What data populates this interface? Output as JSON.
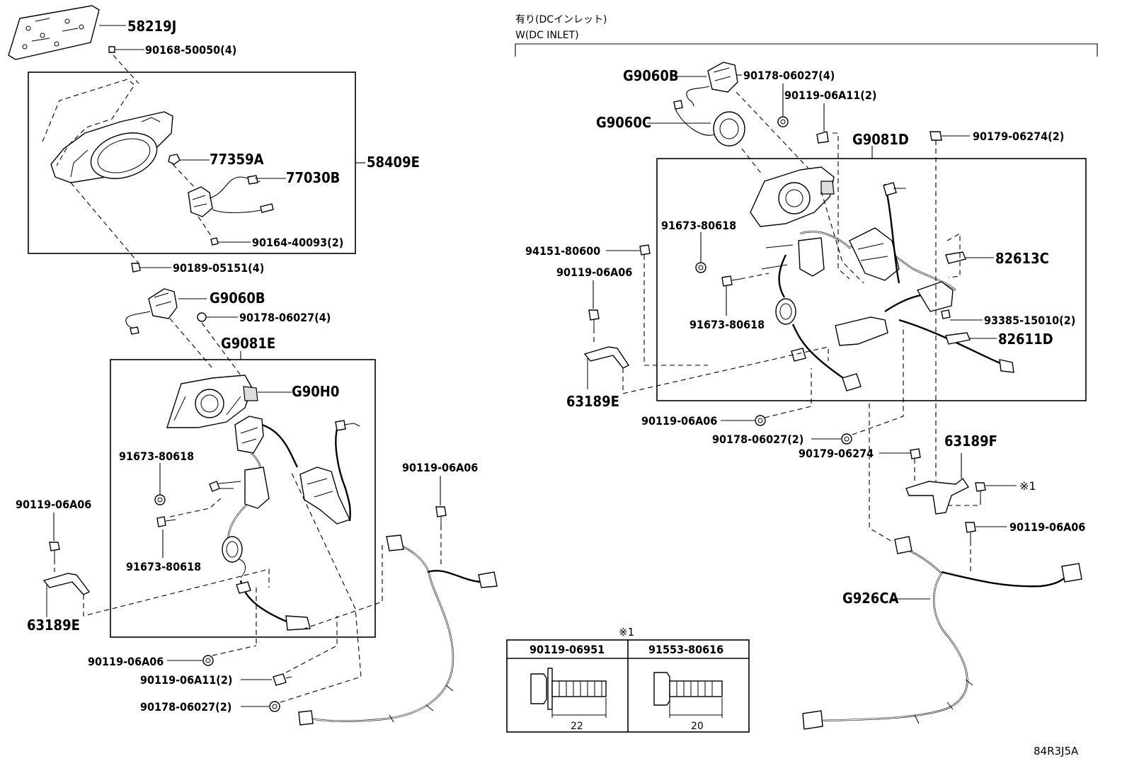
{
  "header": {
    "jp": "有り(DCインレット)",
    "en": "W(DC INLET)"
  },
  "labels": {
    "l_58219J": "58219J",
    "l_90168": "90168-50050(4)",
    "l_58409E": "58409E",
    "l_77359A": "77359A",
    "l_77030B": "77030B",
    "l_90164": "90164-40093(2)",
    "l_90189": "90189-05151(4)",
    "l_G9060B_left": "G9060B",
    "l_90178_left4": "90178-06027(4)",
    "l_G9081E": "G9081E",
    "l_G90H0": "G90H0",
    "l_91673_a": "91673-80618",
    "l_91673_b": "91673-80618",
    "l_90119_06A06_l": "90119-06A06",
    "l_63189E_l": "63189E",
    "l_90119_06A06_w": "90119-06A06",
    "l_90119_06A06_b": "90119-06A06",
    "l_90119_06A11_l": "90119-06A11(2)",
    "l_90178_06027_2l": "90178-06027(2)",
    "l_G9060B_r": "G9060B",
    "l_90178_r4": "90178-06027(4)",
    "l_90119_06A11_r": "90119-06A11(2)",
    "l_G9060C": "G9060C",
    "l_G9081D": "G9081D",
    "l_90179_06274_2": "90179-06274(2)",
    "l_91673_r1": "91673-80618",
    "l_94151": "94151-80600",
    "l_90119_06A06_r1": "90119-06A06",
    "l_82613C": "82613C",
    "l_91673_r2": "91673-80618",
    "l_93385": "93385-15010(2)",
    "l_82611D": "82611D",
    "l_63189E_r": "63189E",
    "l_90119_06A06_r2": "90119-06A06",
    "l_90178_06027_2r": "90178-06027(2)",
    "l_90179_06274": "90179-06274",
    "l_63189F": "63189F",
    "l_note1": "※1",
    "l_90119_06A06_r3": "90119-06A06",
    "l_G926CA": "G926CA"
  },
  "table": {
    "note": "※1",
    "col1_part": "90119-06951",
    "col1_dim": "22",
    "col2_part": "91553-80616",
    "col2_dim": "20"
  },
  "footer": {
    "code": "84R3J5A"
  }
}
